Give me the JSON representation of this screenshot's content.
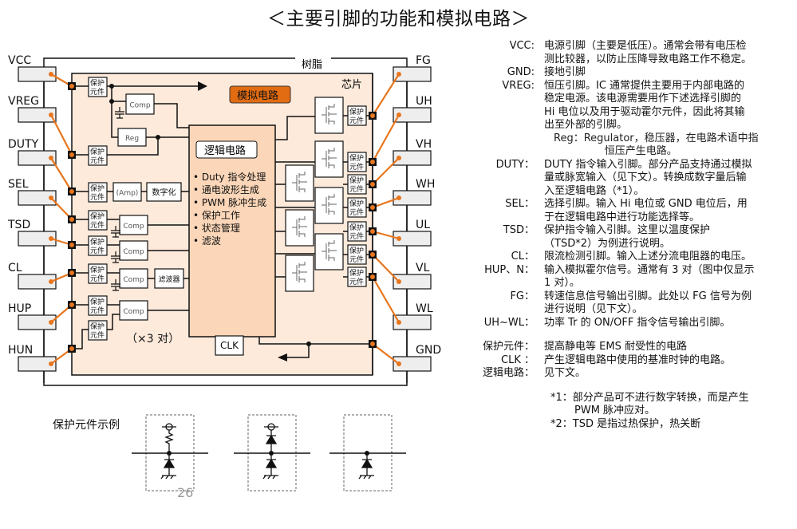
{
  "title": "＜主要引脚的功能和模拟电路＞",
  "diagram": {
    "resin_label": "树脂",
    "chip_label": "芯片",
    "analog_label": "模拟电路",
    "logic": {
      "title": "逻辑电路",
      "items": [
        "• Duty 指令处理",
        "• 通电波形生成",
        "• PWM 脉冲生成",
        "• 保护工作",
        "• 状态管理",
        "• 滤波"
      ]
    },
    "left_pins": [
      "VCC",
      "VREG",
      "DUTY",
      "SEL",
      "TSD",
      "CL",
      "HUP",
      "HUN"
    ],
    "right_pins": [
      "FG",
      "UH",
      "VH",
      "WH",
      "UL",
      "VL",
      "WL",
      "GND"
    ],
    "protect_label_1": "保护",
    "protect_label_2": "元件",
    "comp_label": "Comp",
    "reg_label": "Reg",
    "amp_label": "(Amp)",
    "digitize_label": "数字化",
    "filter_label": "滤波器",
    "clk_label": "CLK",
    "pairs_note": "（×3 对）",
    "colors": {
      "resin_bg": "#ffffff",
      "chip_bg": "#fdeadb",
      "logic_bg": "#fbd6b8",
      "analog_bg": "#e26c12",
      "wire_orange": "#e8761e",
      "pin_bg": "#eeeeee"
    }
  },
  "descriptions": [
    {
      "key": "VCC:",
      "lines": [
        "电源引脚（主要是低压）。通常会带有电压检",
        "测比较器，以防止压降导致电路工作不稳定。"
      ]
    },
    {
      "key": "GND:",
      "lines": [
        "接地引脚"
      ]
    },
    {
      "key": "VREG:",
      "lines": [
        "恒压引脚。IC 通常提供主要用于内部电路的",
        "稳定电源。该电源需要用作下述选择引脚的",
        "Hi 电位以及用于驱动霍尔元件，因此将其输",
        "出至外部的引脚。"
      ]
    },
    {
      "key": "DUTY：",
      "lines": [
        "DUTY 指令输入引脚。部分产品支持通过模拟",
        "量或脉宽输入（见下文）。转换成数字量后输",
        "入至逻辑电路（*1）。"
      ]
    },
    {
      "key": "SEL：",
      "lines": [
        "选择引脚。输入 Hi 电位或 GND 电位后，用",
        "于在逻辑电路中进行功能选择等。"
      ]
    },
    {
      "key": "TSD：",
      "lines": [
        "保护指令输入引脚。这里以温度保护",
        "（TSD*2）为例进行说明。"
      ]
    },
    {
      "key": "CL：",
      "lines": [
        "限流检测引脚。输入上述分流电阻器的电压。"
      ]
    },
    {
      "key": "HUP、N：",
      "lines": [
        "输入模拟霍尔信号。通常有 3 对（图中仅显示",
        "1 对）。"
      ]
    },
    {
      "key": "FG：",
      "lines": [
        "转速信息信号输出引脚。此处以 FG 信号为例",
        "进行说明（见下文）。"
      ]
    },
    {
      "key": "UH~WL：",
      "lines": [
        "功率 Tr 的 ON/OFF 指令信号输出引脚。"
      ]
    }
  ],
  "reg_note": {
    "key": "Reg：",
    "lines": [
      "Regulator，稳压器，在电路术语中指",
      "恒压产生电路。"
    ]
  },
  "terms": [
    {
      "key": "保护元件：",
      "lines": [
        "提高静电等 EMS 耐受性的电路"
      ]
    },
    {
      "key": "CLK ：",
      "lines": [
        "产生逻辑电路中使用的基准时钟的电路。"
      ]
    },
    {
      "key": "逻辑电路：",
      "lines": [
        "见下文。"
      ]
    }
  ],
  "notes": [
    {
      "key": "*1：",
      "lines": [
        "部分产品可不进行数字转换，而是产生",
        "PWM 脉冲应对。"
      ]
    },
    {
      "key": "*2：",
      "lines": [
        "TSD 是指过热保护，热关断"
      ]
    }
  ],
  "examples_label": "保护元件示例",
  "page_number": "26"
}
